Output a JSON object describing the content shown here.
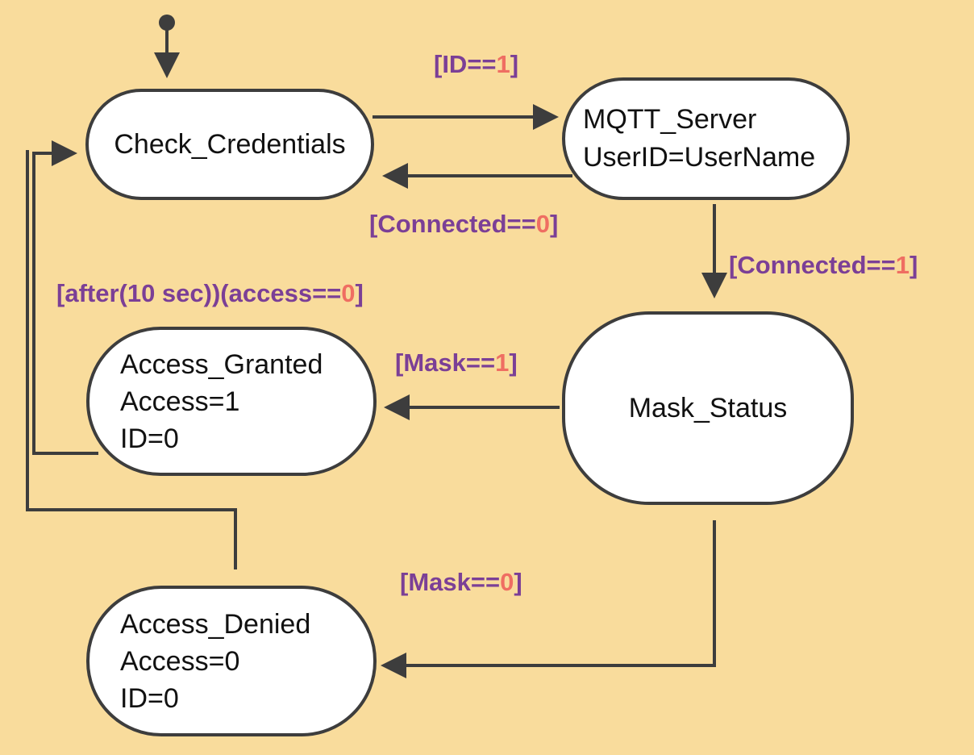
{
  "colors": {
    "background": "#f9dc9c",
    "state_fill": "#ffffff",
    "stroke": "#3d3d3d",
    "guard_text": "#7b3f96",
    "guard_value": "#ef6e62"
  },
  "states": {
    "check_credentials": {
      "lines": [
        "Check_Credentials"
      ]
    },
    "mqtt_server": {
      "lines": [
        "MQTT_Server",
        "UserID=UserName"
      ]
    },
    "mask_status": {
      "lines": [
        "Mask_Status"
      ]
    },
    "access_granted": {
      "lines": [
        "Access_Granted",
        "Access=1",
        "ID=0"
      ]
    },
    "access_denied": {
      "lines": [
        "Access_Denied",
        "Access=0",
        "ID=0"
      ]
    }
  },
  "guards": {
    "id_eq_1": {
      "prefix": "[ID==",
      "value": "1",
      "suffix": "]"
    },
    "connected_eq_0": {
      "prefix": "[Connected==",
      "value": "0",
      "suffix": "]"
    },
    "connected_eq_1": {
      "prefix": "[Connected==",
      "value": "1",
      "suffix": "]"
    },
    "after_timeout": {
      "prefix": "[after(10 sec))(access==",
      "value": "0",
      "suffix": "]"
    },
    "mask_eq_1": {
      "prefix": "[Mask==",
      "value": "1",
      "suffix": "]"
    },
    "mask_eq_0": {
      "prefix": "[Mask==",
      "value": "0",
      "suffix": "]"
    }
  }
}
